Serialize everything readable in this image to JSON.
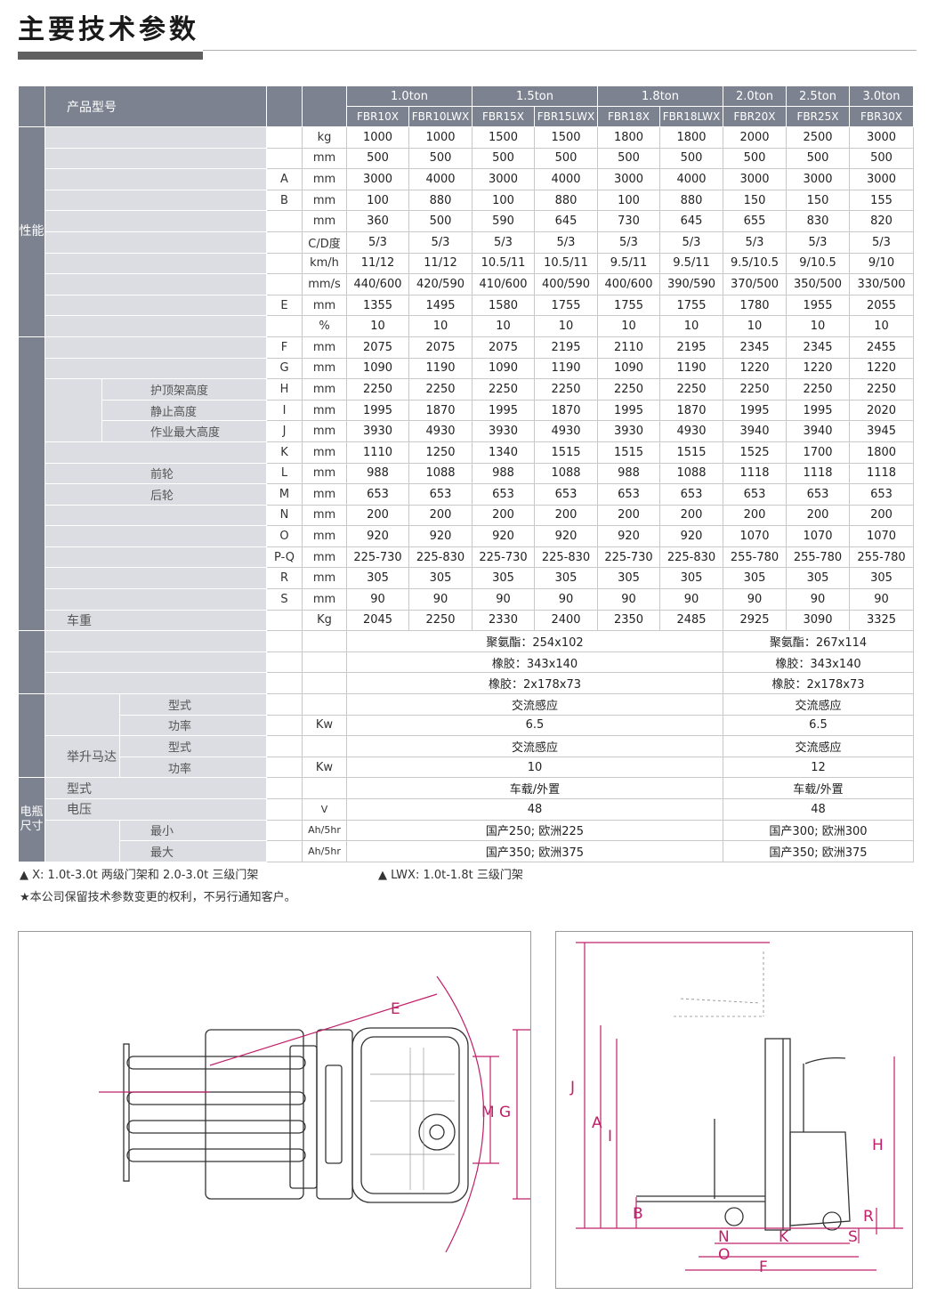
{
  "page_title": "主要技术参数",
  "table": {
    "model_label": "产品型号",
    "groups": [
      "1.0ton",
      "1.5ton",
      "1.8ton",
      "2.0ton",
      "2.5ton",
      "3.0ton"
    ],
    "models": [
      "FBR10X",
      "FBR10LWX",
      "FBR15X",
      "FBR15LWX",
      "FBR18X",
      "FBR18LWX",
      "FBR20X",
      "FBR25X",
      "FBR30X"
    ],
    "categories": {
      "performance": "性能",
      "battery": "电瓶尺寸"
    },
    "perf_rows": [
      {
        "code": "",
        "unit": "kg",
        "values": [
          "1000",
          "1000",
          "1500",
          "1500",
          "1800",
          "1800",
          "2000",
          "2500",
          "3000"
        ]
      },
      {
        "code": "",
        "unit": "mm",
        "values": [
          "500",
          "500",
          "500",
          "500",
          "500",
          "500",
          "500",
          "500",
          "500"
        ]
      },
      {
        "code": "A",
        "unit": "mm",
        "values": [
          "3000",
          "4000",
          "3000",
          "4000",
          "3000",
          "4000",
          "3000",
          "3000",
          "3000"
        ]
      },
      {
        "code": "B",
        "unit": "mm",
        "values": [
          "100",
          "880",
          "100",
          "880",
          "100",
          "880",
          "150",
          "150",
          "155"
        ]
      },
      {
        "code": "",
        "unit": "mm",
        "values": [
          "360",
          "500",
          "590",
          "645",
          "730",
          "645",
          "655",
          "830",
          "820"
        ]
      },
      {
        "code": "",
        "unit": "C/D度",
        "values": [
          "5/3",
          "5/3",
          "5/3",
          "5/3",
          "5/3",
          "5/3",
          "5/3",
          "5/3",
          "5/3"
        ]
      },
      {
        "code": "",
        "unit": "km/h",
        "values": [
          "11/12",
          "11/12",
          "10.5/11",
          "10.5/11",
          "9.5/11",
          "9.5/11",
          "9.5/10.5",
          "9/10.5",
          "9/10"
        ]
      },
      {
        "code": "",
        "unit": "mm/s",
        "values": [
          "440/600",
          "420/590",
          "410/600",
          "400/590",
          "400/600",
          "390/590",
          "370/500",
          "350/500",
          "330/500"
        ]
      },
      {
        "code": "E",
        "unit": "mm",
        "values": [
          "1355",
          "1495",
          "1580",
          "1755",
          "1755",
          "1755",
          "1780",
          "1955",
          "2055"
        ]
      },
      {
        "code": "",
        "unit": "%",
        "values": [
          "10",
          "10",
          "10",
          "10",
          "10",
          "10",
          "10",
          "10",
          "10"
        ]
      }
    ],
    "dim_rows": [
      {
        "label": "",
        "code": "F",
        "unit": "mm",
        "values": [
          "2075",
          "2075",
          "2075",
          "2195",
          "2110",
          "2195",
          "2345",
          "2345",
          "2455"
        ]
      },
      {
        "label": "",
        "code": "G",
        "unit": "mm",
        "values": [
          "1090",
          "1190",
          "1090",
          "1190",
          "1090",
          "1190",
          "1220",
          "1220",
          "1220"
        ]
      },
      {
        "label": "护顶架高度",
        "code": "H",
        "unit": "mm",
        "values": [
          "2250",
          "2250",
          "2250",
          "2250",
          "2250",
          "2250",
          "2250",
          "2250",
          "2250"
        ]
      },
      {
        "label": "静止高度",
        "code": "I",
        "unit": "mm",
        "values": [
          "1995",
          "1870",
          "1995",
          "1870",
          "1995",
          "1870",
          "1995",
          "1995",
          "2020"
        ]
      },
      {
        "label": "作业最大高度",
        "code": "J",
        "unit": "mm",
        "values": [
          "3930",
          "4930",
          "3930",
          "4930",
          "3930",
          "4930",
          "3940",
          "3940",
          "3945"
        ]
      },
      {
        "label": "",
        "code": "K",
        "unit": "mm",
        "values": [
          "1110",
          "1250",
          "1340",
          "1515",
          "1515",
          "1515",
          "1525",
          "1700",
          "1800"
        ]
      },
      {
        "label": "前轮",
        "code": "L",
        "unit": "mm",
        "values": [
          "988",
          "1088",
          "988",
          "1088",
          "988",
          "1088",
          "1118",
          "1118",
          "1118"
        ]
      },
      {
        "label": "后轮",
        "code": "M",
        "unit": "mm",
        "values": [
          "653",
          "653",
          "653",
          "653",
          "653",
          "653",
          "653",
          "653",
          "653"
        ]
      },
      {
        "label": "",
        "code": "N",
        "unit": "mm",
        "values": [
          "200",
          "200",
          "200",
          "200",
          "200",
          "200",
          "200",
          "200",
          "200"
        ]
      },
      {
        "label": "",
        "code": "O",
        "unit": "mm",
        "values": [
          "920",
          "920",
          "920",
          "920",
          "920",
          "920",
          "1070",
          "1070",
          "1070"
        ]
      },
      {
        "label": "",
        "code": "P-Q",
        "unit": "mm",
        "values": [
          "225-730",
          "225-830",
          "225-730",
          "225-830",
          "225-730",
          "225-830",
          "255-780",
          "255-780",
          "255-780"
        ]
      },
      {
        "label": "",
        "code": "R",
        "unit": "mm",
        "values": [
          "305",
          "305",
          "305",
          "305",
          "305",
          "305",
          "305",
          "305",
          "305"
        ]
      },
      {
        "label": "",
        "code": "S",
        "unit": "mm",
        "values": [
          "90",
          "90",
          "90",
          "90",
          "90",
          "90",
          "90",
          "90",
          "90"
        ]
      }
    ],
    "weight_row": {
      "label": "车重",
      "unit": "Kg",
      "values": [
        "2045",
        "2250",
        "2330",
        "2400",
        "2350",
        "2485",
        "2925",
        "3090",
        "3325"
      ]
    },
    "tire_rows": [
      {
        "a": "聚氨酯：254x102",
        "b": "聚氨酯：267x114"
      },
      {
        "a": "橡胶：343x140",
        "b": "橡胶：343x140"
      },
      {
        "a": "橡胶：2x178x73",
        "b": "橡胶：2x178x73"
      }
    ],
    "motor_rows": [
      {
        "group": "",
        "label": "型式",
        "unit": "",
        "a": "交流感应",
        "b": "交流感应"
      },
      {
        "group": "",
        "label": "功率",
        "unit": "Kw",
        "a": "6.5",
        "b": "6.5"
      },
      {
        "group": "举升马达",
        "label": "型式",
        "unit": "",
        "a": "交流感应",
        "b": "交流感应"
      },
      {
        "group": "",
        "label": "功率",
        "unit": "Kw",
        "a": "10",
        "b": "12"
      }
    ],
    "battery_rows": [
      {
        "label": "型式",
        "unit": "",
        "a": "车载/外置",
        "b": "车载/外置"
      },
      {
        "label": "电压",
        "unit": "V",
        "a": "48",
        "b": "48"
      },
      {
        "label": "最小",
        "unit": "Ah/5hr",
        "a": "国产250; 欧洲225",
        "b": "国产300; 欧洲300"
      },
      {
        "label": "最大",
        "unit": "Ah/5hr",
        "a": "国产350; 欧洲375",
        "b": "国产350; 欧洲375"
      }
    ]
  },
  "notes": {
    "x_note": "▲ X: 1.0t-3.0t 两级门架和 2.0-3.0t 三级门架",
    "lwx_note": "▲ LWX: 1.0t-1.8t 三级门架",
    "rights": "★本公司保留技术参数变更的权利，不另行通知客户。"
  },
  "diagram_labels": {
    "top_view": [
      "E",
      "M",
      "G"
    ],
    "side_view": [
      "J",
      "A",
      "I",
      "H",
      "B",
      "R",
      "S",
      "N",
      "K",
      "O",
      "F"
    ]
  },
  "colors": {
    "header": "#7c8290",
    "label": "#dcdde3",
    "dimension": "#c0206a"
  }
}
